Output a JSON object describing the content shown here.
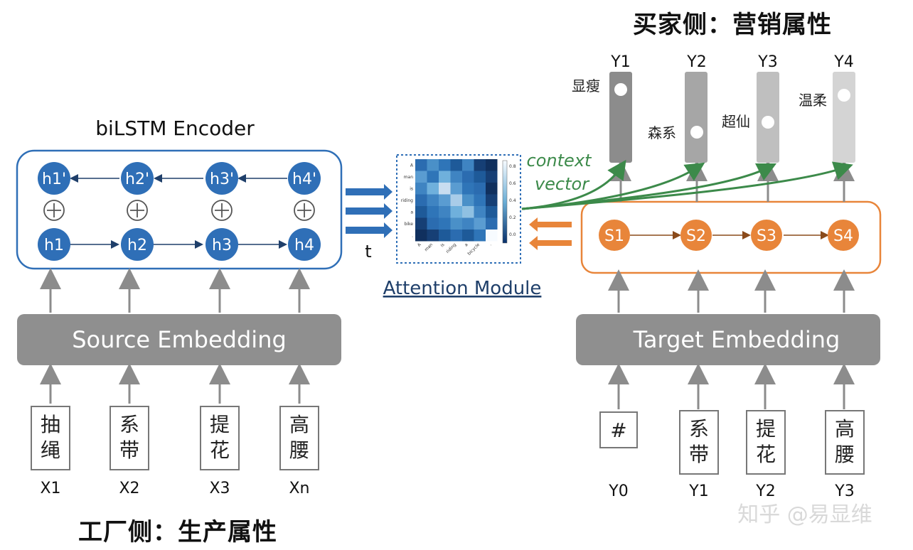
{
  "titles": {
    "buyer_side": "买家侧：营销属性",
    "factory_side": "工厂侧：生产属性",
    "encoder": "biLSTM Encoder",
    "attention": "Attention Module",
    "context_line1": "context",
    "context_line2": "vector",
    "t_label": "t"
  },
  "encoder": {
    "backward_states": [
      "h1'",
      "h2'",
      "h3'",
      "h4'"
    ],
    "forward_states": [
      "h1",
      "h2",
      "h3",
      "h4"
    ],
    "plus_symbol": "⊕"
  },
  "source_embedding": {
    "label": "Source Embedding",
    "inputs": [
      {
        "line1": "抽",
        "line2": "绳",
        "var": "X1"
      },
      {
        "line1": "系",
        "line2": "带",
        "var": "X2"
      },
      {
        "line1": "提",
        "line2": "花",
        "var": "X3"
      },
      {
        "line1": "高",
        "line2": "腰",
        "var": "Xn"
      }
    ]
  },
  "decoder": {
    "states": [
      "S1",
      "S2",
      "S3",
      "S4"
    ],
    "outputs": [
      {
        "label": "Y1",
        "attr": "显瘦",
        "color": "#8c8c8c"
      },
      {
        "label": "Y2",
        "attr": "森系",
        "color": "#a6a6a6"
      },
      {
        "label": "Y3",
        "attr": "超仙",
        "color": "#bfbfbf"
      },
      {
        "label": "Y4",
        "attr": "温柔",
        "color": "#d4d4d4"
      }
    ]
  },
  "target_embedding": {
    "label": "Target Embedding",
    "inputs": [
      {
        "line1": "#",
        "line2": "",
        "var": "Y0"
      },
      {
        "line1": "系",
        "line2": "带",
        "var": "Y1"
      },
      {
        "line1": "提",
        "line2": "花",
        "var": "Y2"
      },
      {
        "line1": "高",
        "line2": "腰",
        "var": "Y3"
      }
    ]
  },
  "heatmap": {
    "row_labels": [
      "A",
      "man",
      "is",
      "riding",
      "a",
      "bike",
      "."
    ],
    "col_labels": [
      "A",
      "man",
      "is",
      "riding",
      "a",
      "bicycle",
      "."
    ],
    "colorbar_ticks": [
      "0.8",
      "0.6",
      "0.4",
      "0.2",
      "0.0"
    ]
  },
  "watermark": "知乎 @易显维",
  "colors": {
    "encoder_blue": "#2f6fb7",
    "decoder_orange": "#e8853a",
    "embed_gray": "#8f8f8f",
    "context_green": "#3c8a4a"
  }
}
